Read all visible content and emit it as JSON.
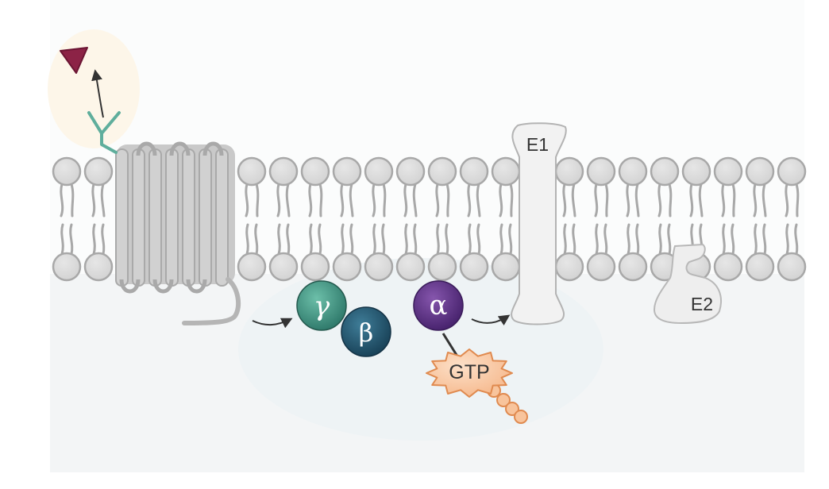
{
  "labels": {
    "gamma": "γ",
    "beta": "β",
    "alpha": "α",
    "gtp": "GTP",
    "e1": "E1",
    "e2": "E2"
  },
  "colors": {
    "background_top": "#fbfcfc",
    "background_bottom": "#f3f5f6",
    "ligand_halo": "#fdf6e9",
    "ligand": "#8c2346",
    "binding_site": "#5fae9c",
    "membrane_lipid": "#d9d9d9",
    "lipid_stroke": "#a8a8a8",
    "receptor": "#cfcfcf",
    "gamma_subunit": "#3d8f7e",
    "beta_subunit": "#22566f",
    "alpha_subunit": "#5e2f86",
    "gtp_fill": "#f8c49c",
    "gtp_stroke": "#e08a4f",
    "effector": "#f1f1f1",
    "arrow": "#333333"
  },
  "icons": {
    "ligand": "ligand-triangle-icon",
    "receptor": "gpcr-seven-transmembrane-icon"
  }
}
